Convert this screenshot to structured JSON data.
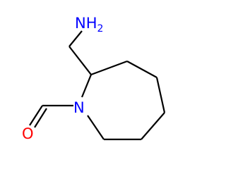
{
  "molecule": {
    "atoms": {
      "amine": {
        "symbol": "NH",
        "subscript": "2",
        "color": "#0000ff"
      },
      "ring_nitrogen": {
        "symbol": "N",
        "color": "#0000ff"
      },
      "carbonyl_oxygen": {
        "symbol": "O",
        "color": "#ff0000"
      }
    },
    "bond_color": "#000000"
  }
}
